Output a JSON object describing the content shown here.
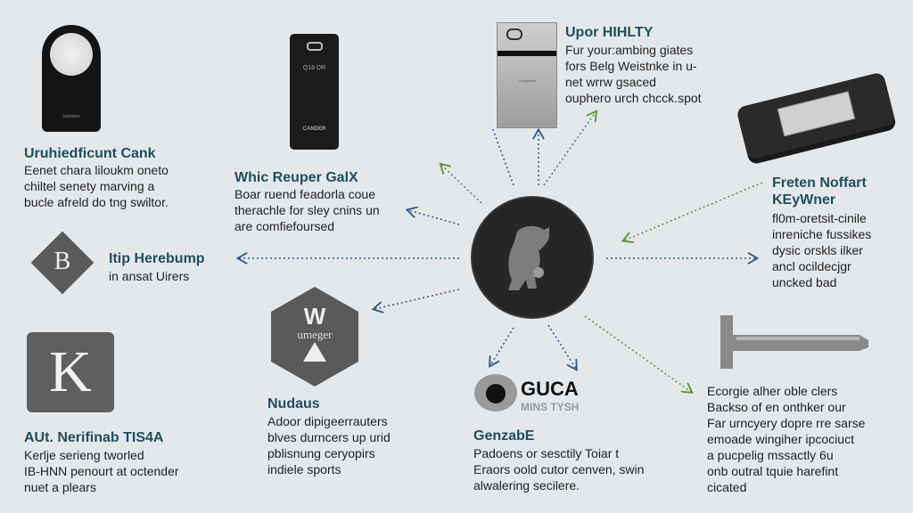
{
  "hub": {
    "icon": "bear-silhouette-icon"
  },
  "items": [
    {
      "id": "top-left",
      "title": "Uruhiedficunt Cank",
      "body": [
        "Eenet chara liloukm oneto",
        "chiltel senety marving a",
        "bucle afreld do tng swiltor."
      ],
      "icon": "remote-device-icon",
      "device_label": "Jephalon"
    },
    {
      "id": "top-mid-left",
      "title": "Whic Reuper GalX",
      "body": [
        "Boar ruend feadorla coue",
        "therachle for sley cnins un",
        "are comfiefoursed"
      ],
      "icon": "key-fob-icon",
      "device_label": "CANDER",
      "device_code": "Q18 DR"
    },
    {
      "id": "mid-left",
      "title": "Itip Herebump",
      "body": [
        "in ansat Uirers"
      ],
      "icon": "diamond-b-icon",
      "glyph": "B"
    },
    {
      "id": "top-mid-right",
      "title": "Upor HIHLTY",
      "body": [
        "Fur your:ambing giates",
        "fors Belg Weistnke in u-",
        "net wrrw gsaced",
        "ouphero urch chcck.spot"
      ],
      "icon": "card-reader-icon",
      "device_label": "Cardshield"
    },
    {
      "id": "right",
      "title": "Freten Noffart KEyWner",
      "body": [
        "fl0m-oretsit-cinile",
        "inreniche fussikes",
        "dysic orskls ilker",
        "ancl ocildecjgr",
        "uncked bad"
      ],
      "icon": "hardware-wallet-icon"
    },
    {
      "id": "bottom-left",
      "title": "AUt. Nerifinab TIS4A",
      "body": [
        "Kerlje serieng tworled",
        "IB-HNN penourt at octender",
        "nuet a plears"
      ],
      "icon": "letter-k-tile-icon",
      "glyph": "K"
    },
    {
      "id": "bottom-mid-left",
      "title": "Nudaus",
      "body": [
        "Adoor dipigeerrauters",
        "blves durncers up urid",
        "pblisnung ceryopirs",
        "indiele sports"
      ],
      "icon": "hexagon-w-badge-icon",
      "badge_letter": "W",
      "badge_text": "umeger"
    },
    {
      "id": "bottom-mid-right",
      "title": "GenzabE",
      "body": [
        "Padoens or sesctily Toiar t",
        "Eraors oold cutor cenven, swin",
        "alwalering secilere."
      ],
      "icon": "guca-logo-icon",
      "logo_text": "GUCA",
      "logo_sub": "MINS TYSH"
    },
    {
      "id": "bottom-right",
      "title": "",
      "body": [
        "Ecorgie alher oble clers",
        "Backso of en onthker our",
        "Far urncyery dopre rre sarse",
        "emoade wingiher ipcociuct",
        "a pucpelig mssactly 6u",
        "onb outral tquie harefint",
        "cicated"
      ],
      "icon": "usb-stick-icon"
    }
  ],
  "colors": {
    "background": "#e5e8eb",
    "title": "#1e4f5e",
    "link_blue": "#2f5f8a",
    "link_green": "#5a9a3a",
    "device_dark": "#1c1c1c",
    "tile_gray": "#5f5f5f"
  }
}
